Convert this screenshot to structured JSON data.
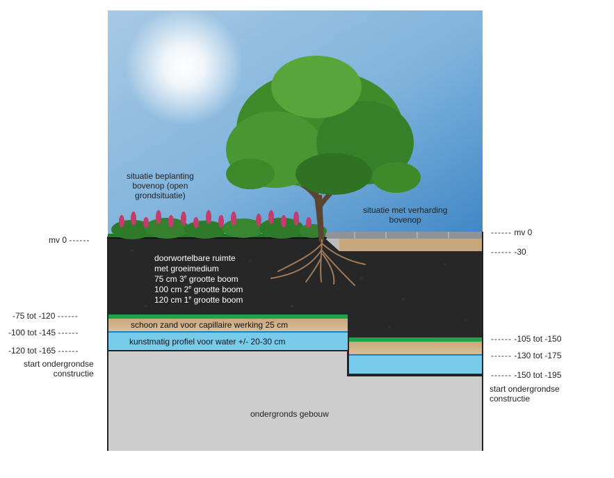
{
  "annotations": {
    "planting_situation": [
      "situatie beplanting",
      "bovenop (open",
      "grondsituatie)"
    ],
    "paving_situation": [
      "situatie met verharding",
      "bovenop"
    ],
    "root_space": {
      "line1": "doorwortelbare ruimte",
      "line2": "met groeimedium",
      "line3_pre": "75 cm 3",
      "line3_sup": "e",
      "line3_post": " grootte boom",
      "line4_pre": "100 cm 2",
      "line4_sup": "e",
      "line4_post": " grootte boom",
      "line5_pre": "120 cm 1",
      "line5_sup": "e",
      "line5_post": " grootte boom"
    },
    "sand_layer": "schoon zand voor capillaire werking 25 cm",
    "water_layer": "kunstmatig profiel voor water +/- 20-30 cm",
    "building": "ondergronds gebouw"
  },
  "levels_left": {
    "mv": "mv 0",
    "l1": "-75 tot -120",
    "l2": "-100 tot -145",
    "l3": "-120 tot -165",
    "construction": [
      "start ondergrondse",
      "constructie"
    ]
  },
  "levels_right": {
    "mv": "mv 0",
    "r30": "-30",
    "r1": "-105 tot -150",
    "r2": "-130 tot -175",
    "r3": "-150 tot -195",
    "construction": [
      "start ondergrondse",
      "constructie"
    ]
  },
  "dash_text": "------",
  "colors": {
    "sky_top": "#5e9bd0",
    "sky_bottom": "#d7e7f3",
    "soil": "#2a2a2a",
    "grass": "#1ea24a",
    "sand": "#c7a880",
    "water": "#78cbea",
    "building": "#cdcdcd",
    "paving": "#8f9296",
    "foliage": "#3f8a2a",
    "flowers": "#c23c6c"
  }
}
